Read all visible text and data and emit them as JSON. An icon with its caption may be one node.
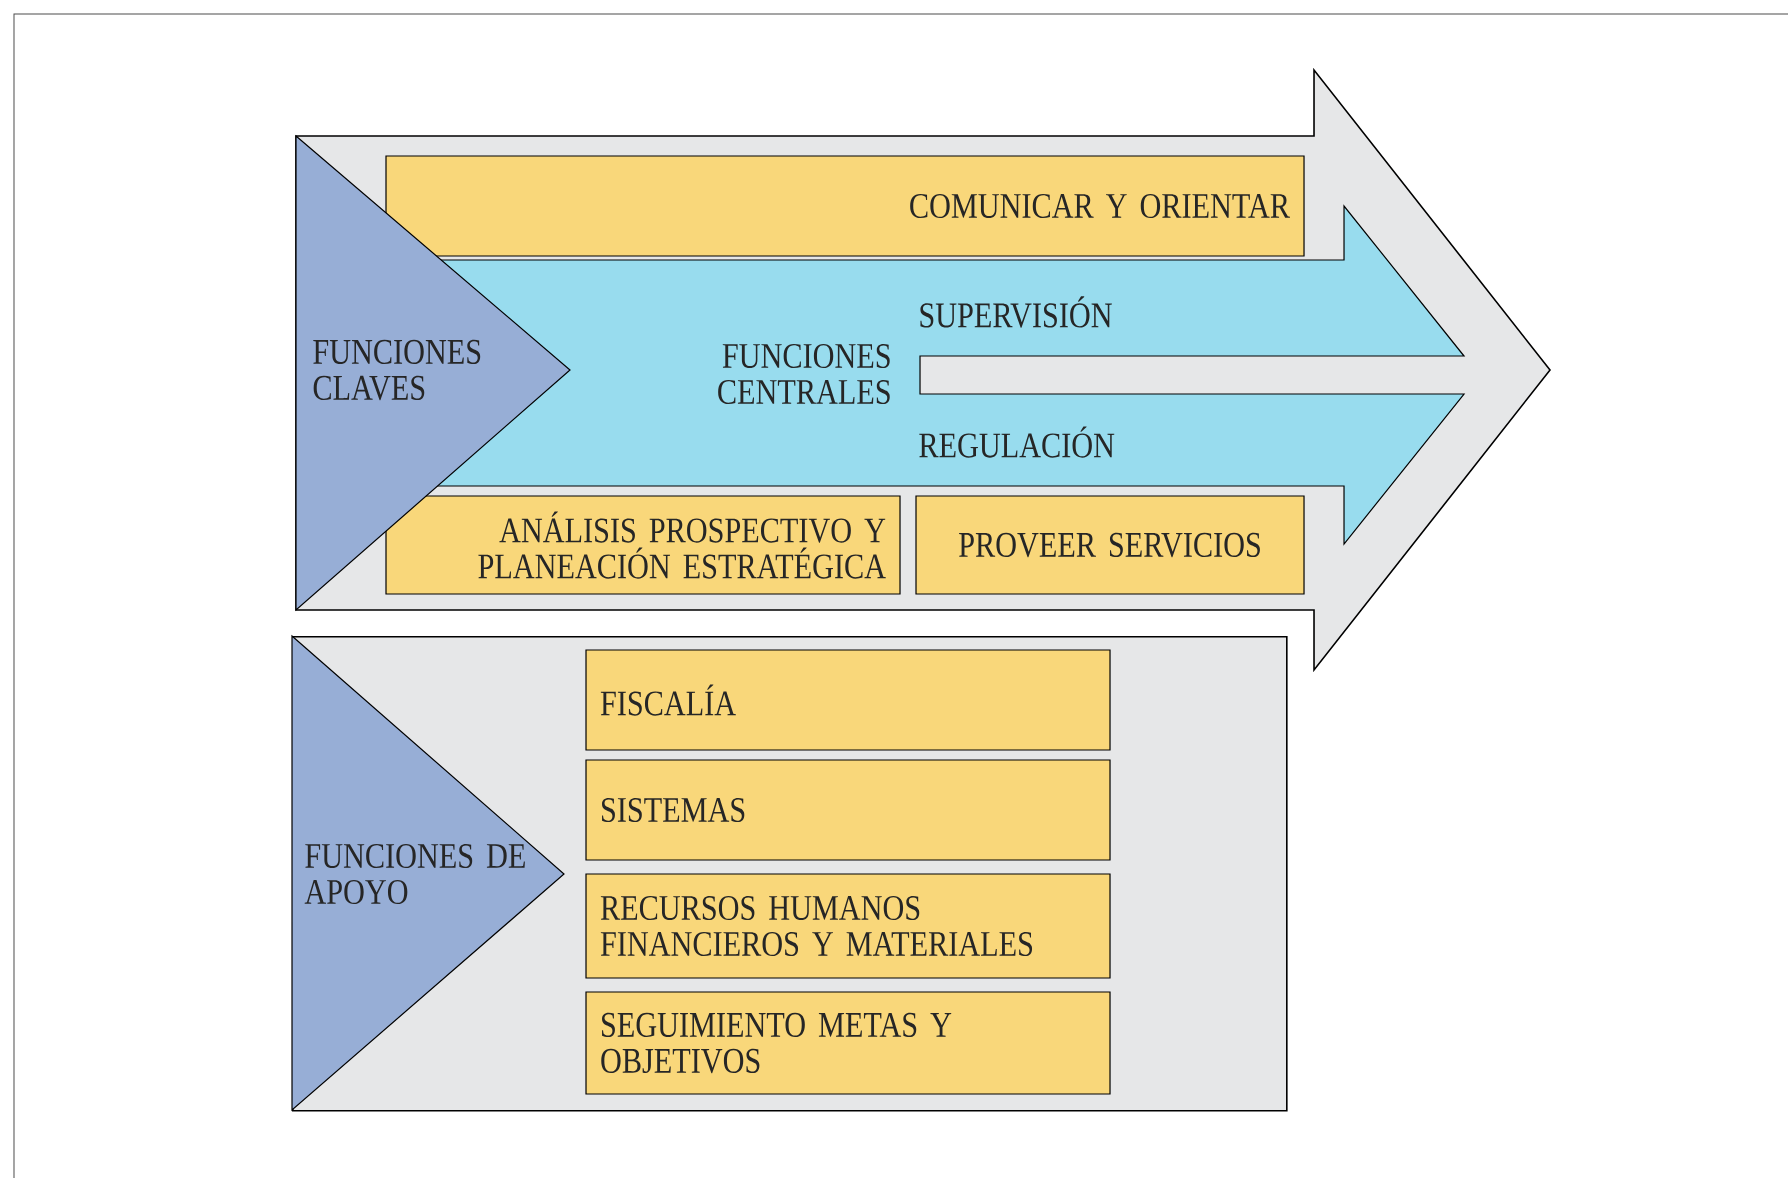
{
  "diagram": {
    "nodes": [
      {
        "text": [],
        "shape": "arrow"
      },
      {
        "text": [
          "FUNCIONES CLAVES"
        ],
        "in": 0
      },
      {
        "text": [
          "COMUNICAR Y ORIENTAR"
        ],
        "in": 0
      },
      {
        "text": [
          "FUNCIONES CENTRALES",
          "SUPERVISIÓN",
          "REGULACIÓN"
        ],
        "in": 0
      },
      {
        "text": [
          "ANÁLISIS PROSPECTIVO Y PLANEACIÓN ESTRATÉGICA"
        ],
        "in": 0
      },
      {
        "text": [
          "PROVEER SERVICIOS"
        ],
        "in": 0
      },
      {
        "text": [],
        "shape": "box"
      },
      {
        "text": [
          "FUNCIONES DE APOYO"
        ],
        "in": 6
      },
      {
        "text": [
          "FISCALÍA"
        ],
        "in": 6
      },
      {
        "text": [
          "SISTEMAS"
        ],
        "in": 6
      },
      {
        "text": [
          "RECURSOS HUMANOS FINANCIEROS Y MATERIALES"
        ],
        "in": 6
      },
      {
        "text": [
          "SEGUIMIENTO METAS Y OBJETIVOS"
        ],
        "in": 6
      }
    ]
  }
}
